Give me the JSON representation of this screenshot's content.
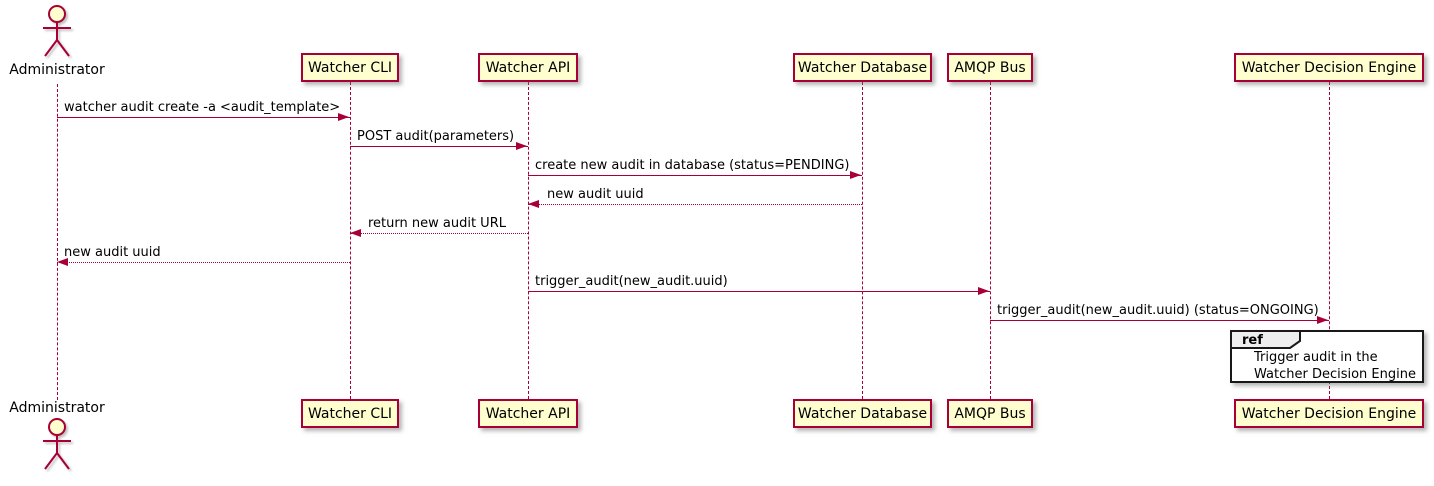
{
  "diagram_type": "plantuml-sequence",
  "colors": {
    "participant_fill": "#FEFECE",
    "participant_border": "#A80036",
    "lifeline": "#A80036",
    "arrow": "#A80036",
    "text": "#000000",
    "ref_fill": "#FFFFFF",
    "ref_header_fill": "#EEEEEE",
    "ref_border": "#181818"
  },
  "actor": {
    "label": "Administrator"
  },
  "participants": [
    {
      "label": "Watcher CLI"
    },
    {
      "label": "Watcher API"
    },
    {
      "label": "Watcher Database"
    },
    {
      "label": "AMQP Bus"
    },
    {
      "label": "Watcher Decision Engine"
    }
  ],
  "messages": [
    {
      "label": "watcher audit create -a <audit_template>",
      "from": "Administrator",
      "to": "Watcher CLI",
      "line": "solid",
      "direction": "right"
    },
    {
      "label": "POST audit(parameters)",
      "from": "Watcher CLI",
      "to": "Watcher API",
      "line": "solid",
      "direction": "right"
    },
    {
      "label": "create new audit in database (status=PENDING)",
      "from": "Watcher API",
      "to": "Watcher Database",
      "line": "solid",
      "direction": "right"
    },
    {
      "label": "new audit uuid",
      "from": "Watcher Database",
      "to": "Watcher API",
      "line": "dashed",
      "direction": "left"
    },
    {
      "label": "return new audit URL",
      "from": "Watcher API",
      "to": "Watcher CLI",
      "line": "dashed",
      "direction": "left"
    },
    {
      "label": "new audit uuid",
      "from": "Watcher CLI",
      "to": "Administrator",
      "line": "dashed",
      "direction": "left"
    },
    {
      "label": "trigger_audit(new_audit.uuid)",
      "from": "Watcher API",
      "to": "AMQP Bus",
      "line": "solid",
      "direction": "right"
    },
    {
      "label": "trigger_audit(new_audit.uuid) (status=ONGOING)",
      "from": "AMQP Bus",
      "to": "Watcher Decision Engine",
      "line": "solid",
      "direction": "right"
    }
  ],
  "ref_fragment": {
    "keyword": "ref",
    "over": "Watcher Decision Engine",
    "lines": [
      "Trigger audit in the",
      "Watcher Decision Engine"
    ]
  }
}
